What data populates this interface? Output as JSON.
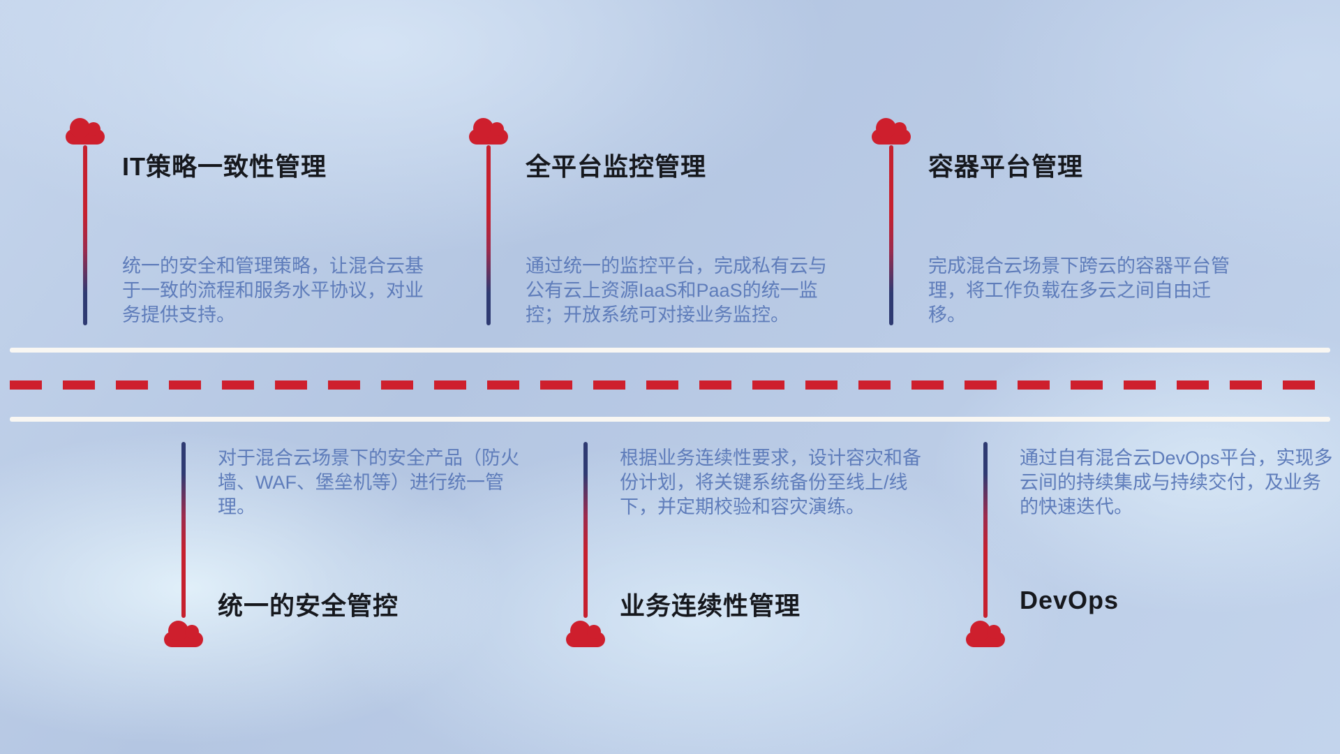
{
  "diagram": {
    "kind": "hybrid-cloud-management-capability-roadmap"
  },
  "colors": {
    "cloud_red": "#ce1f2d",
    "dash_red": "#ce1f2d",
    "stem_navy": "#2e3a72",
    "road_line": "#f9f7f3",
    "title_text": "#16181d",
    "description_text": "#5e7cba",
    "background_blue": "#bccde7"
  },
  "top_items": [
    {
      "title": "IT策略一致性管理",
      "description": "统一的安全和管理策略，让混合云基于一致的流程和服务水平协议，对业务提供支持。"
    },
    {
      "title": "全平台监控管理",
      "description": "通过统一的监控平台，完成私有云与公有云上资源IaaS和PaaS的统一监控；开放系统可对接业务监控。"
    },
    {
      "title": "容器平台管理",
      "description": "完成混合云场景下跨云的容器平台管理，将工作负载在多云之间自由迁移。"
    }
  ],
  "bottom_items": [
    {
      "title": "统一的安全管控",
      "description": "对于混合云场景下的安全产品（防火墙、WAF、堡垒机等）进行统一管理。"
    },
    {
      "title": "业务连续性管理",
      "description": "根据业务连续性要求，设计容灾和备份计划，将关键系统备份至线上/线下，并定期校验和容灾演练。"
    },
    {
      "title": "DevOps",
      "description": "通过自有混合云DevOps平台，实现多云间的持续集成与持续交付，及业务的快速迭代。"
    }
  ]
}
